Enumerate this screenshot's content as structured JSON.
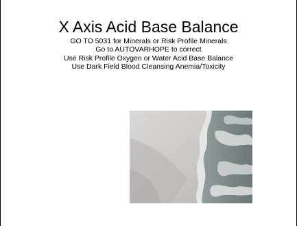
{
  "slide": {
    "title": "X Axis Acid Base Balance",
    "lines": [
      "GO TO 5031 for Minerals or Risk Profile Minerals",
      "Go to AUTOVARHOPE to correct",
      "Use Risk Profile Oxygen or Water Acid Base Balance",
      "Use Dark Field Blood Cleansing Anemia/Toxicity"
    ],
    "image": {
      "description_icon": "shoreline-photo",
      "colors": {
        "sand_light": "#e6e2de",
        "sand_mid": "#cdc7c3",
        "water_wet": "#9fa6a8",
        "water_dark": "#6e7a7d",
        "foam": "#f4f6f6"
      }
    }
  }
}
